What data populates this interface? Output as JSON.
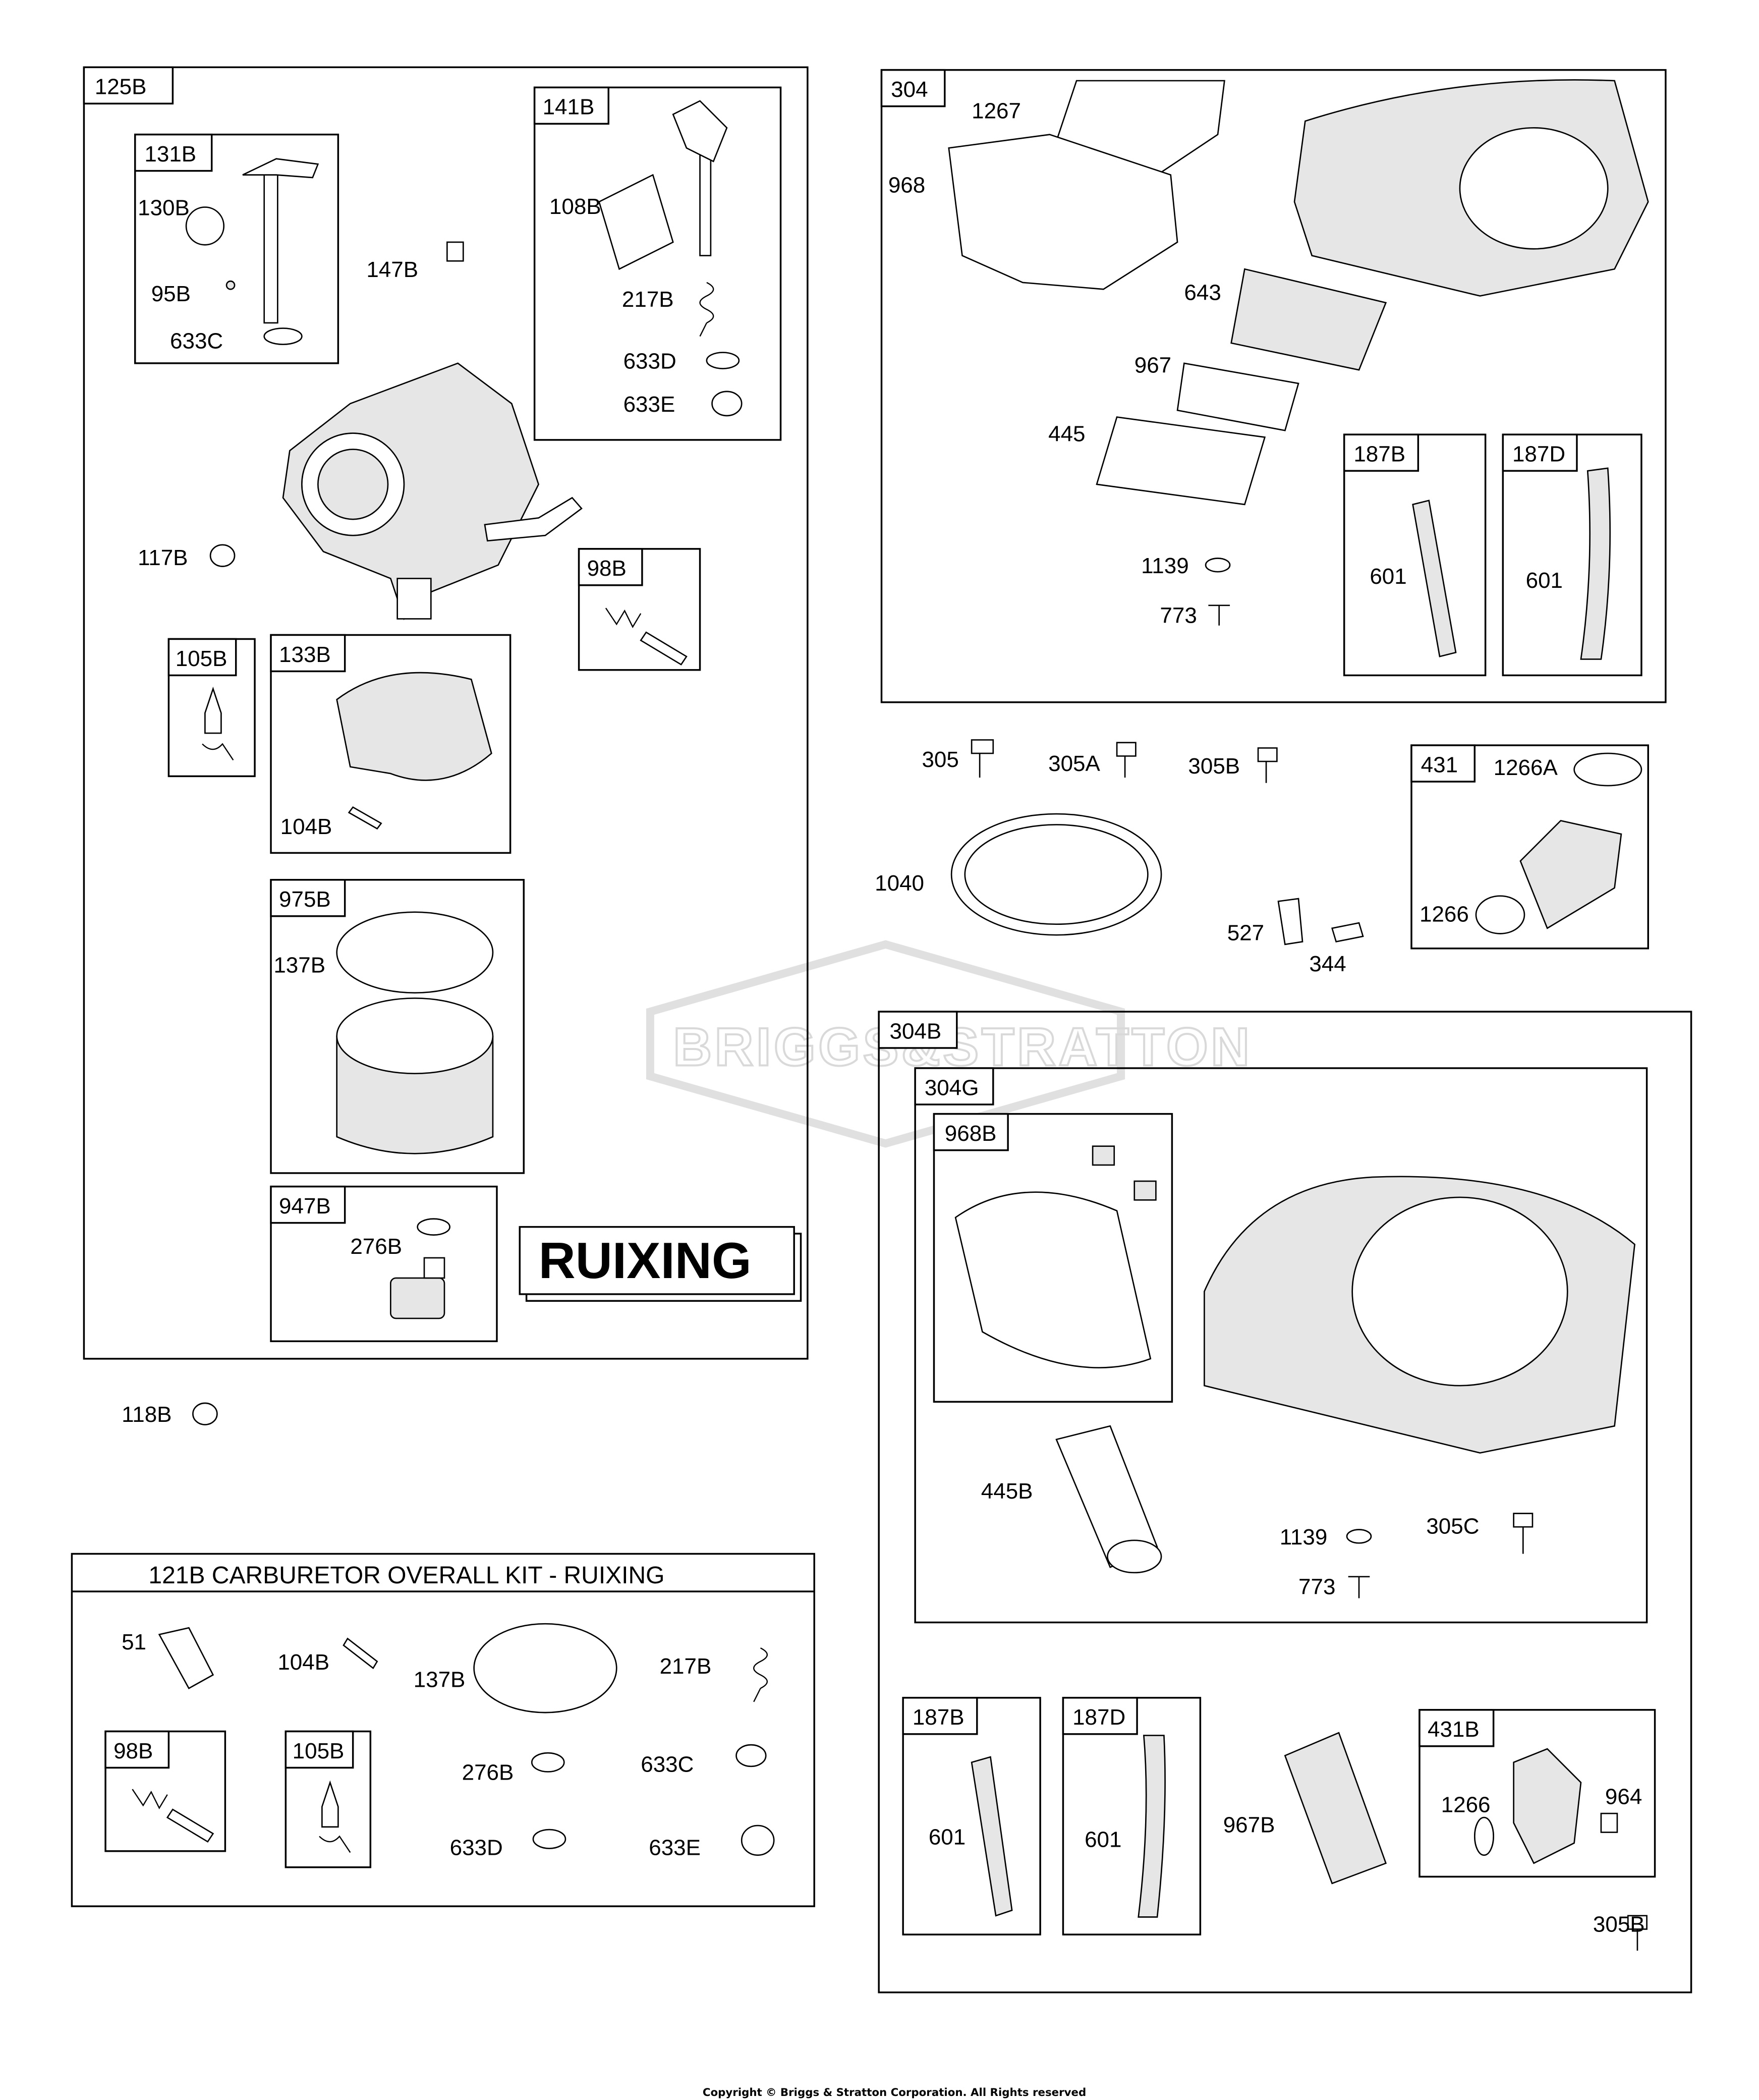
{
  "watermark": "BRIGGS&STRATTON",
  "copyright": "Copyright © Briggs & Stratton Corporation. All Rights reserved",
  "brand_box": "RUIXING",
  "kit_title": "121B CARBURETOR OVERALL KIT - RUIXING",
  "groups": {
    "g125B": "125B",
    "g131B": "131B",
    "g141B": "141B",
    "g98B": "98B",
    "g105B": "105B",
    "g133B": "133B",
    "g975B": "975B",
    "g947B": "947B",
    "g304": "304",
    "g187B": "187B",
    "g187D": "187D",
    "g431": "431",
    "g304B": "304B",
    "g304G": "304G",
    "g968B": "968B",
    "g187B_2": "187B",
    "g187D_2": "187D",
    "g431B": "431B",
    "kit98B": "98B",
    "kit105B": "105B"
  },
  "callouts": {
    "c130B": "130B",
    "c95B": "95B",
    "c633C": "633C",
    "c147B": "147B",
    "c108B": "108B",
    "c217B": "217B",
    "c633D": "633D",
    "c633E": "633E",
    "c117B": "117B",
    "c104B": "104B",
    "c137B": "137B",
    "c276B": "276B",
    "c118B": "118B",
    "c1267": "1267",
    "c968": "968",
    "c643": "643",
    "c967": "967",
    "c445": "445",
    "c1139": "1139",
    "c773": "773",
    "c601a": "601",
    "c601b": "601",
    "c305": "305",
    "c305A": "305A",
    "c305B": "305B",
    "c1040": "1040",
    "c527": "527",
    "c344": "344",
    "c1266A": "1266A",
    "c1266": "1266",
    "c445B": "445B",
    "c1139b": "1139",
    "c305C": "305C",
    "c773b": "773",
    "c601c": "601",
    "c601d": "601",
    "c967B": "967B",
    "c1266b": "1266",
    "c964": "964",
    "c305Bb": "305B"
  },
  "kit_callouts": {
    "k51": "51",
    "k104B": "104B",
    "k137B": "137B",
    "k217B": "217B",
    "k276B": "276B",
    "k633C": "633C",
    "k633D": "633D",
    "k633E": "633E"
  }
}
